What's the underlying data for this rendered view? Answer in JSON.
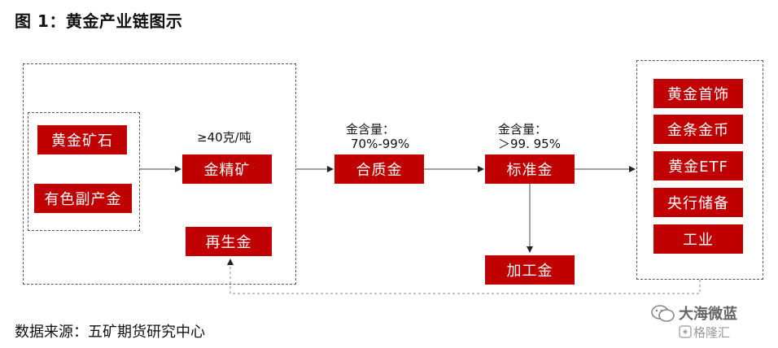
{
  "title": "图 1：黄金产业链图示",
  "source": "数据来源：五矿期货研究中心",
  "sources": {
    "ore": "黄金矿石",
    "byproduct": "有色副产金"
  },
  "recycled": "再生金",
  "concentrate": {
    "label": "金精矿",
    "note": "≥40克/吨"
  },
  "alloy": {
    "label": "合质金",
    "note_line1": "金含量：",
    "note_line2": "70%-99%"
  },
  "standard": {
    "label": "标准金",
    "note_line1": "金含量：",
    "note_line2": "＞99. 95%"
  },
  "processed": "加工金",
  "uses": [
    "黄金首饰",
    "金条金币",
    "黄金ETF",
    "央行储备",
    "工业"
  ],
  "watermark": {
    "name": "大海微蓝",
    "sub": "格隆汇"
  },
  "colors": {
    "box": "#c00000",
    "line": "#555555"
  }
}
